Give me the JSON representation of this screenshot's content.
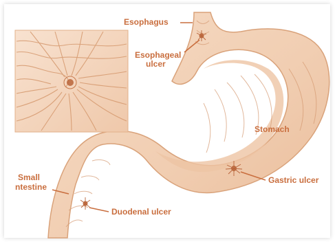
{
  "labels": {
    "esophagus": "Esophagus",
    "esophageal_ulcer_line1": "Esophageal",
    "esophageal_ulcer_line2": "ulcer",
    "stomach": "Stomach",
    "gastric_ulcer": "Gastric ulcer",
    "small_intestine_line1": "Small",
    "small_intestine_line2": "ntestine",
    "duodenal_ulcer": "Duodenal ulcer"
  },
  "colors": {
    "label": "#c96e3e",
    "tissue_light": "#f6dcc6",
    "tissue_mid": "#edc2a2",
    "tissue_dark": "#d99a70",
    "ulcer": "#b8643a"
  }
}
